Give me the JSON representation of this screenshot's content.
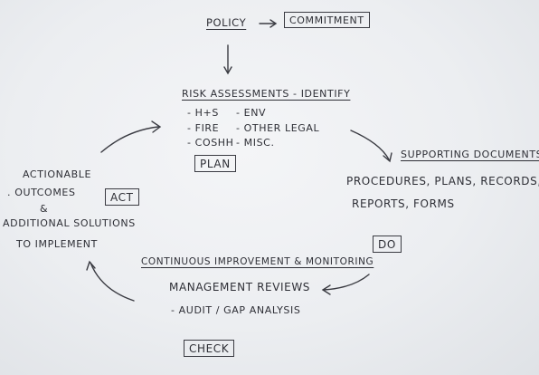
{
  "policy": "POLICY",
  "commitment": "COMMITMENT",
  "plan": {
    "heading": "RISK ASSESSMENTS - IDENTIFY",
    "items_left": [
      "- H+S",
      "- FIRE",
      "- COSHH"
    ],
    "items_right": [
      "- ENV",
      "- OTHER LEGAL",
      "- MISC."
    ],
    "label": "PLAN"
  },
  "do": {
    "heading": "SUPPORTING DOCUMENTS",
    "lines": [
      "PROCEDURES, PLANS, RECORDS,",
      "REPORTS, FORMS"
    ],
    "label": "DO"
  },
  "check": {
    "heading": "CONTINUOUS IMPROVEMENT & MONITORING",
    "lines": [
      "MANAGEMENT REVIEWS",
      "- AUDIT / GAP ANALYSIS"
    ],
    "label": "CHECK"
  },
  "act": {
    "lines": [
      "ACTIONABLE",
      ". OUTCOMES",
      "&",
      "ADDITIONAL SOLUTIONS",
      "TO IMPLEMENT"
    ],
    "label": "ACT"
  }
}
